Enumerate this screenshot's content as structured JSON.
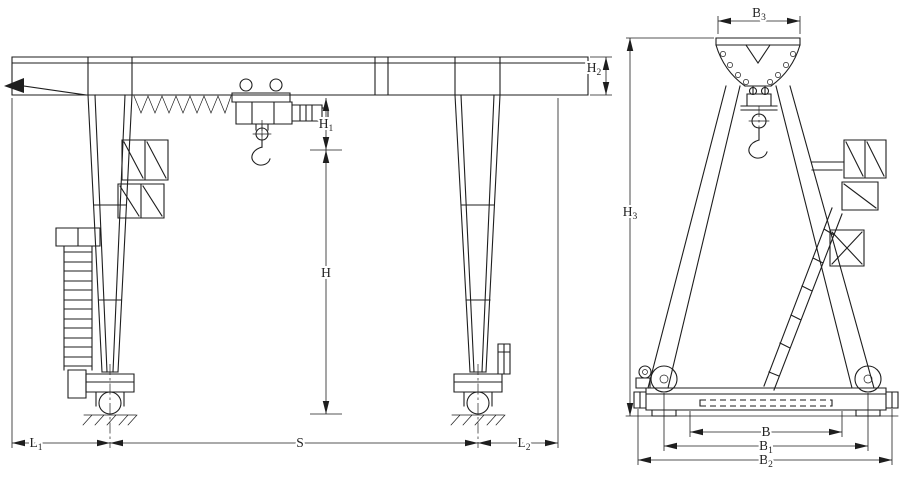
{
  "colors": {
    "ink": "#1e1e1e",
    "paper": "#ffffff"
  },
  "front_view": {
    "dims": {
      "h1": {
        "base": "H",
        "sub": "1"
      },
      "h": {
        "base": "H",
        "sub": ""
      },
      "h2": {
        "base": "H",
        "sub": "2"
      },
      "l1": {
        "base": "L",
        "sub": "1"
      },
      "s": {
        "base": "S",
        "sub": ""
      },
      "l2": {
        "base": "L",
        "sub": "2"
      }
    }
  },
  "side_view": {
    "dims": {
      "b3": {
        "base": "B",
        "sub": "3"
      },
      "h3": {
        "base": "H",
        "sub": "3"
      },
      "b": {
        "base": "B",
        "sub": ""
      },
      "b1": {
        "base": "B",
        "sub": "1"
      },
      "b2": {
        "base": "B",
        "sub": "2"
      }
    }
  }
}
